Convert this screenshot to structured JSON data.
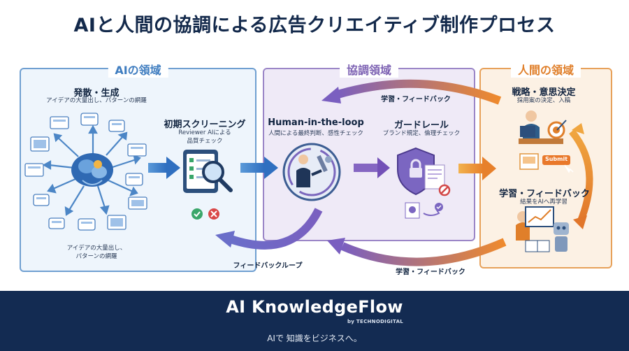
{
  "title": "AIと人間の協調による広告クリエイティブ制作プロセス",
  "ai_region": {
    "label": "AIの領域",
    "generate_title": "発散・生成",
    "generate_caption": "アイデアの大量出し、パターンの網羅",
    "generate_caption_bottom_1": "アイデアの大量出し、",
    "generate_caption_bottom_2": "パターンの網羅",
    "screening_title": "初期スクリーニング",
    "screening_caption_1": "Reviewer AIによる",
    "screening_caption_2": "品質チェック"
  },
  "collab_region": {
    "label": "協調領域",
    "hitl_title": "Human-in-the-loop",
    "hitl_caption": "人間による最終判断、感性チェック",
    "guardrail_title": "ガードレール",
    "guardrail_caption": "ブランド規定、倫理チェック"
  },
  "human_region": {
    "label": "人間の領域",
    "strategy_title": "戦略・意思決定",
    "strategy_caption": "採用案の決定、入稿",
    "submit_label": "Submit",
    "learning_title": "学習・フィードバック",
    "learning_caption": "結果をAIへ再学習"
  },
  "flows": {
    "top_loop": "学習・フィードバック",
    "bottom_left_loop": "フィードバックループ",
    "bottom_right_loop": "学習・フィードバック"
  },
  "footer": {
    "brand": "AI KnowledgeFlow",
    "byline": "by TECHNODIGITAL",
    "slogan": "AIで 知識をビジネスへ。"
  },
  "colors": {
    "navy": "#132b52",
    "ai_blue": "#3f7dc0",
    "collab_purple": "#7d62b3",
    "human_orange": "#e07f2a"
  }
}
